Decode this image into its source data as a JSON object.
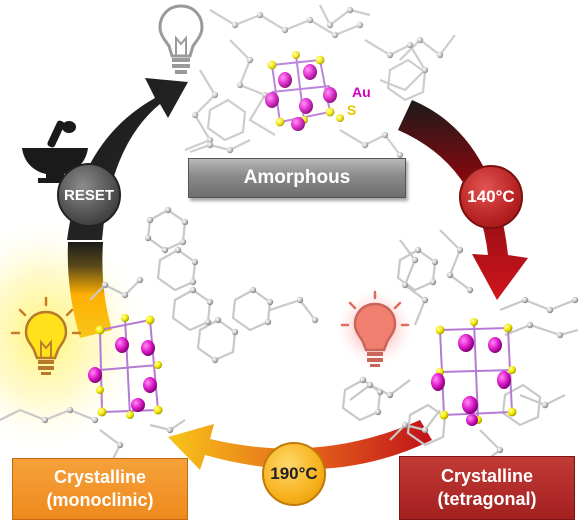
{
  "labels": {
    "amorphous": "Amorphous",
    "temp_140": "140°C",
    "temp_190": "190°C",
    "reset": "RESET",
    "crystalline_mono_line1": "Crystalline",
    "crystalline_mono_line2": "(monoclinic)",
    "crystalline_tetra_line1": "Crystalline",
    "crystalline_tetra_line2": "(tetragonal)",
    "atom_au": "Au",
    "atom_s": "S"
  },
  "colors": {
    "gold_atom": "#d400b8",
    "sulfur_atom": "#f2e600",
    "carbon_atom": "#b5b5b5",
    "arrow_black": "#1a1a1a",
    "arrow_red": "#c0111a",
    "arrow_yellow": "#f7c51a",
    "glow_red": "#ff5a5a",
    "glow_yellow": "#ffe600",
    "bulb_off": "#9a9a9a",
    "bulb_red": "#e8705f",
    "bulb_yellow": "#ffd21c"
  },
  "icons": {
    "top_bulb": "lightbulb-off-icon",
    "right_bulb": "lightbulb-red-icon",
    "left_bulb": "lightbulb-yellow-icon",
    "mortar": "mortar-pestle-icon"
  }
}
